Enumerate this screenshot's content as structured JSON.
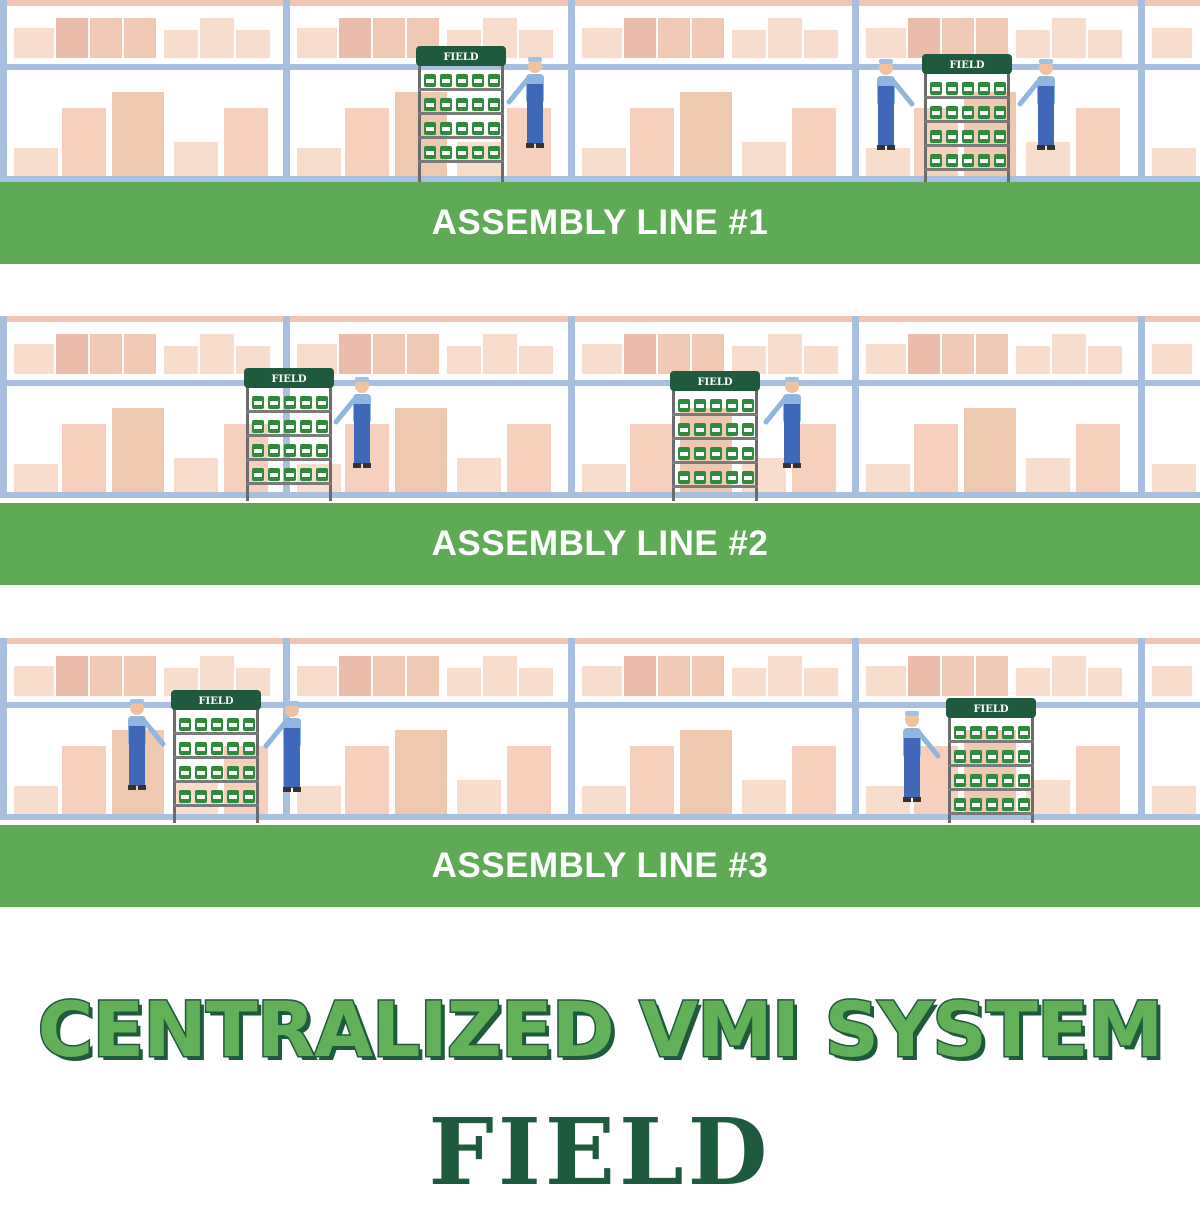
{
  "assembly_lines": [
    {
      "label": "ASSEMBLY LINE #1"
    },
    {
      "label": "ASSEMBLY LINE #2"
    },
    {
      "label": "ASSEMBLY LINE #3"
    }
  ],
  "rack_sign": "FIELD",
  "headline": "CENTRALIZED VMI SYSTEM",
  "brand": "FIELD",
  "colors": {
    "band_green": "#5fab55",
    "brand_dark_green": "#1e5b3e",
    "rack_green": "#2f8a3d",
    "shelf_blue": "#a8bfe0",
    "box_peach": "#f6d5c1",
    "worker_blue": "#3f68b8"
  }
}
